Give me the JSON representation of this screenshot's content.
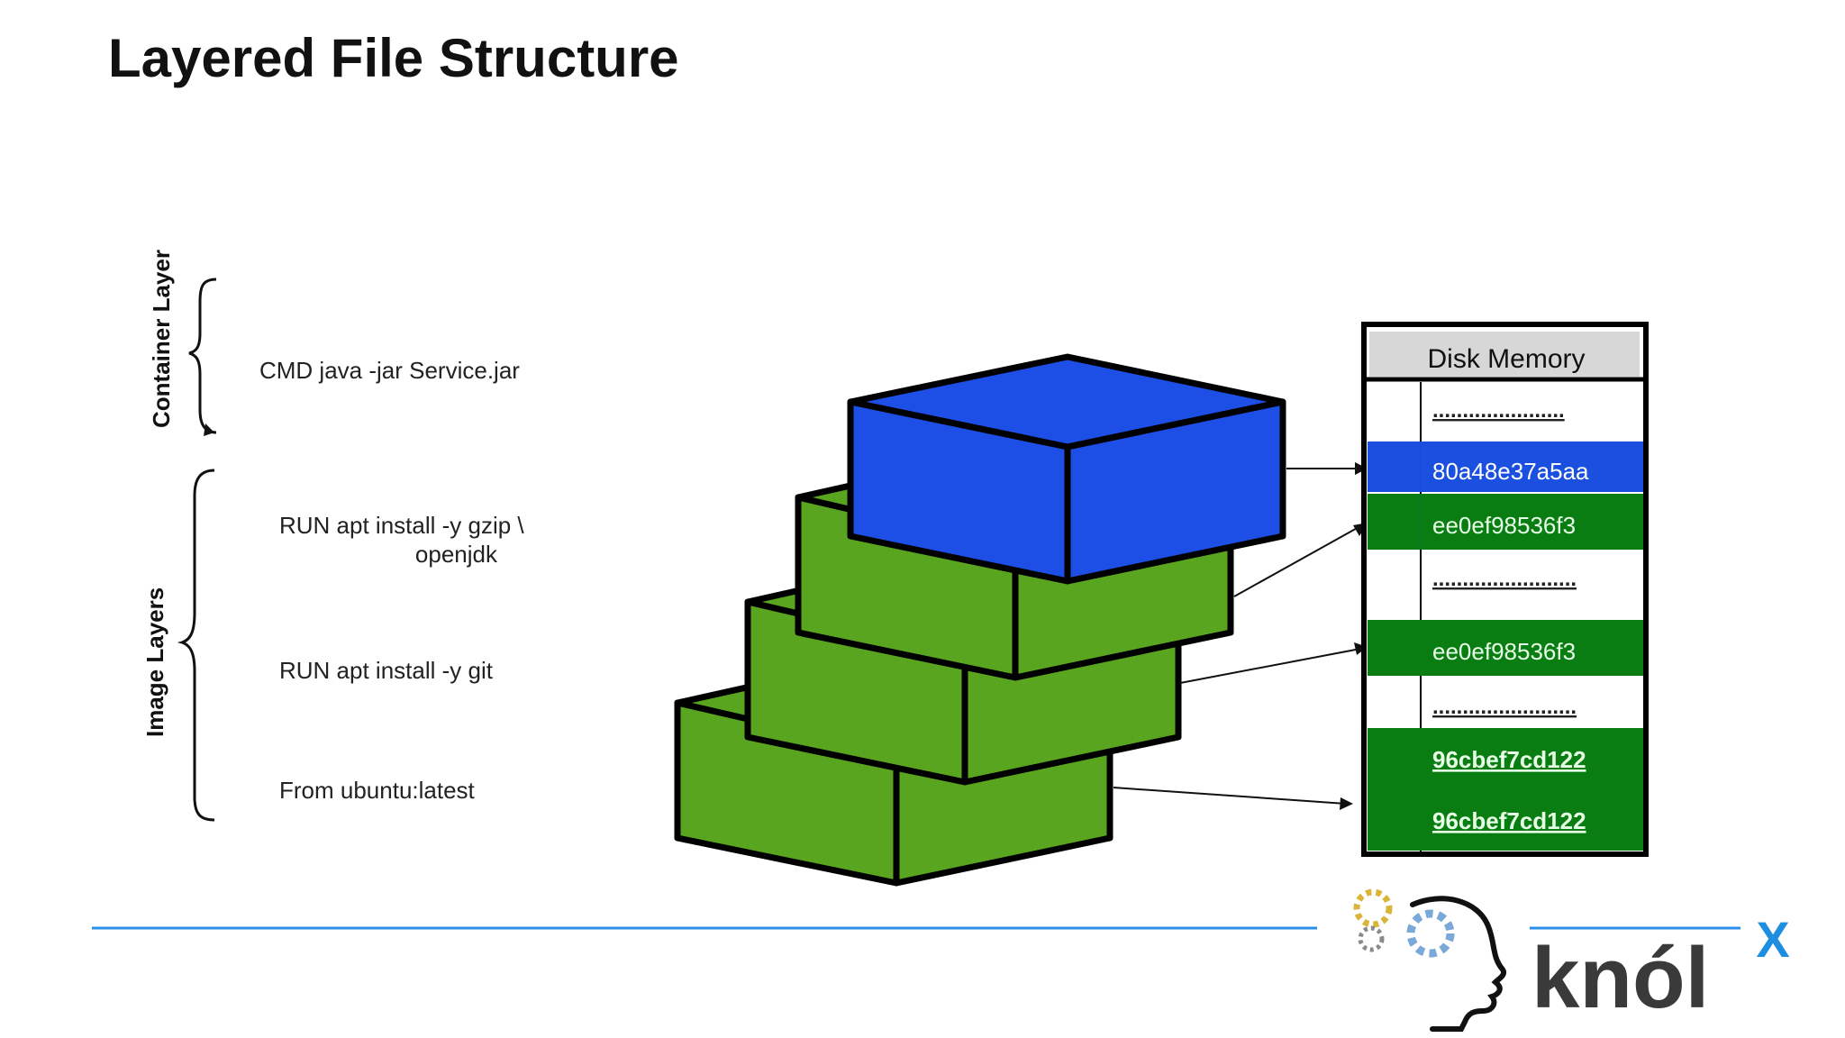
{
  "title": "Layered File Structure",
  "labels": {
    "container_layer": "Container Layer",
    "image_layers": "Image Layers",
    "cmd": "CMD java -jar Service.jar",
    "run1_line1": "RUN apt install -y gzip \\",
    "run1_line2": "openjdk",
    "run2": "RUN apt install -y git",
    "from": "From ubuntu:latest"
  },
  "disk_memory": {
    "header": "Disk Memory",
    "rows": [
      {
        "text": "......................",
        "kind": "empty"
      },
      {
        "text": "80a48e37a5aa",
        "kind": "blue"
      },
      {
        "text": "ee0ef98536f3",
        "kind": "green"
      },
      {
        "text": "........................",
        "kind": "empty"
      },
      {
        "text": "ee0ef98536f3",
        "kind": "green"
      },
      {
        "text": "........................",
        "kind": "empty"
      },
      {
        "text": "96cbef7cd122",
        "kind": "green-bold"
      },
      {
        "text": "96cbef7cd122",
        "kind": "green-bold"
      }
    ]
  },
  "logo": {
    "brand": "knól",
    "superscript": "X"
  },
  "colors": {
    "blue_layer": "#1d4ee6",
    "green_layer": "#5aa51f",
    "disk_blue": "#1a4fe0",
    "disk_green": "#0a7d12",
    "divider_line": "#2a8fe8",
    "logo_text": "#3a3a3a",
    "logo_x": "#1e8fe0"
  }
}
